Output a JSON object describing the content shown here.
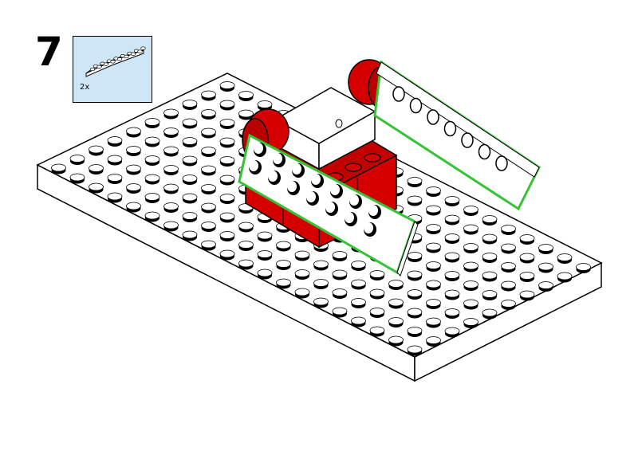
{
  "step": {
    "number": "7"
  },
  "parts_list": [
    {
      "part": "plate-1x8",
      "quantity": "2x"
    }
  ],
  "colors": {
    "brick_red": "#d40000",
    "brick_red_dark": "#a80000",
    "plate_white": "#ffffff",
    "parts_box_bg": "#cfe6f7",
    "highlight": "#35c435",
    "outline": "#000000"
  }
}
